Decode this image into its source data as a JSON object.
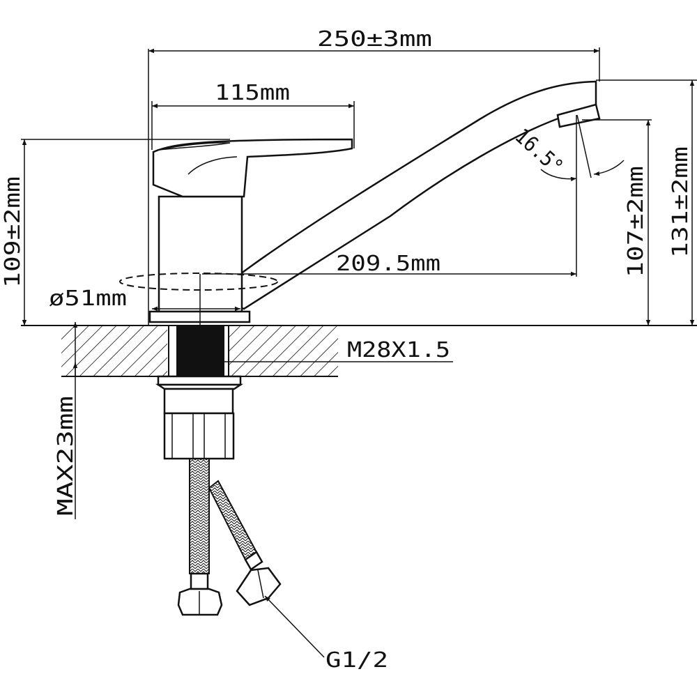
{
  "dimensions": {
    "overall_length": "250±3mm",
    "handle_length": "115mm",
    "handle_height": "109±2mm",
    "total_height": "131±2mm",
    "spout_outlet_height": "107±2mm",
    "spout_reach": "209.5mm",
    "base_diameter": "ø51mm",
    "spout_angle": "16.5°",
    "thread": "M28X1.5",
    "max_counter_thickness": "MAX23mm",
    "hose_connection": "G1/2"
  },
  "colors": {
    "line": "#111111",
    "background": "#ffffff"
  }
}
